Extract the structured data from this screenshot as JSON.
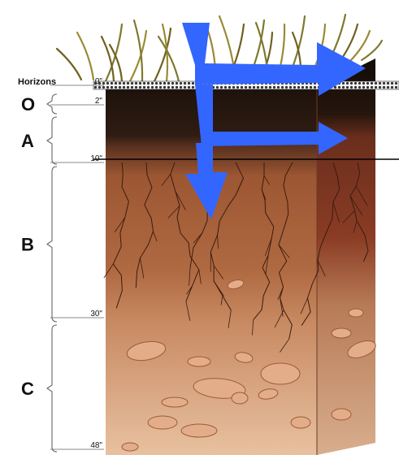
{
  "diagram": {
    "header": "Horizons",
    "horizons": [
      {
        "letter": "O",
        "top_depth": "0\"",
        "bottom_depth": "2\""
      },
      {
        "letter": "A",
        "top_depth": "2\"",
        "bottom_depth": "10\""
      },
      {
        "letter": "B",
        "top_depth": "10\"",
        "bottom_depth": "30\""
      },
      {
        "letter": "C",
        "top_depth": "30\"",
        "bottom_depth": "48\""
      }
    ],
    "depth_marks": [
      "0\"",
      "2\"",
      "10\"",
      "30\"",
      "48\""
    ],
    "colors": {
      "arrow": "#3366ff",
      "o_horizon": "#241710",
      "a_horizon": "#3a2416",
      "b_horizon": "#a55a33",
      "c_horizon": "#d9a37f",
      "grass": "#8a7a2a"
    },
    "icons": [
      "grass-tuft",
      "root-network",
      "stone-pebble",
      "hatched-surface-bar",
      "arrow"
    ]
  }
}
